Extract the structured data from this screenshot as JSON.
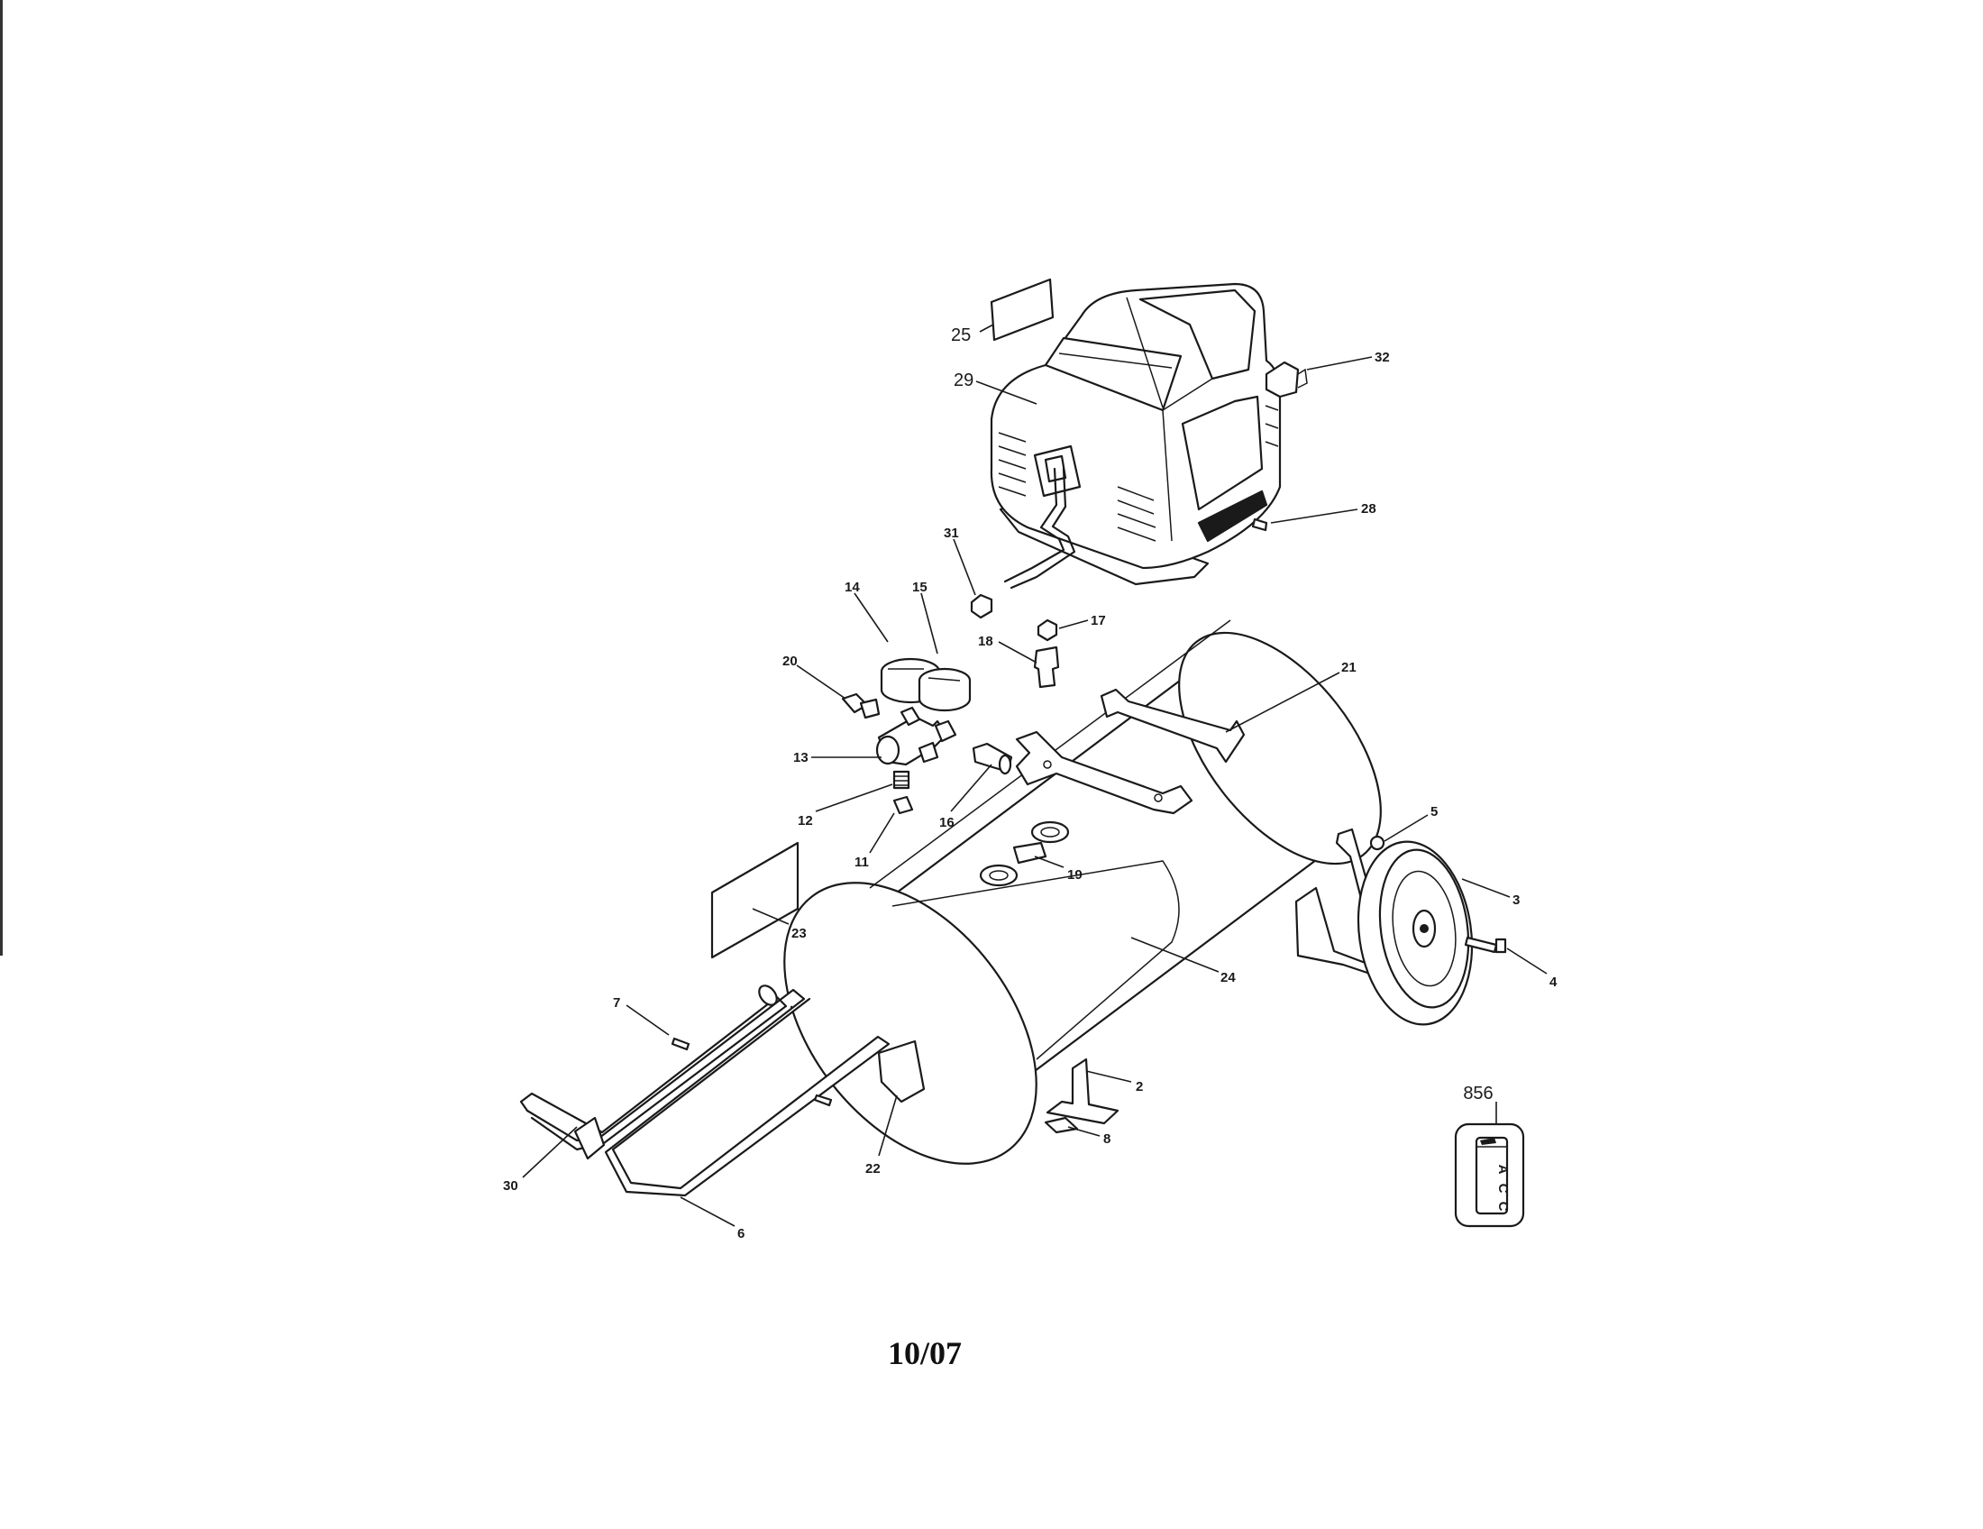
{
  "callouts": {
    "c25": "25",
    "c29": "29",
    "c32": "32",
    "c28": "28",
    "c31": "31",
    "c14": "14",
    "c15": "15",
    "c17": "17",
    "c18": "18",
    "c20": "20",
    "c21": "21",
    "c13": "13",
    "c12": "12",
    "c16": "16",
    "c11": "11",
    "c5": "5",
    "c19": "19",
    "c3": "3",
    "c23": "23",
    "c4": "4",
    "c24": "24",
    "c7": "7",
    "c2": "2",
    "c8": "8",
    "c22": "22",
    "c30": "30",
    "c6": "6"
  },
  "inset": {
    "code": "856",
    "tag_letters": [
      "A",
      "C",
      "C"
    ]
  },
  "footer": {
    "date": "10/07"
  }
}
